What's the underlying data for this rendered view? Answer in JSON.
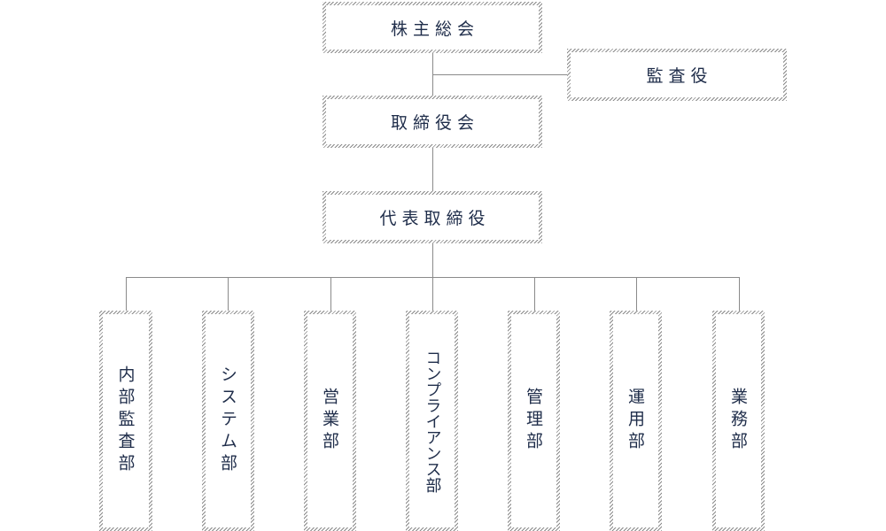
{
  "org_chart": {
    "shareholders_meeting": "株主総会",
    "auditor": "監査役",
    "board_of_directors": "取締役会",
    "representative_director": "代表取締役",
    "departments": [
      {
        "key": "internal-audit",
        "label": "内部監査部"
      },
      {
        "key": "systems",
        "label": "システム部"
      },
      {
        "key": "sales",
        "label": "営業部"
      },
      {
        "key": "compliance",
        "label": "コンプライアンス部"
      },
      {
        "key": "management",
        "label": "管理部"
      },
      {
        "key": "operations",
        "label": "運用部"
      },
      {
        "key": "business",
        "label": "業務部"
      }
    ]
  },
  "colors": {
    "text": "#1f2d4a",
    "line": "#8a8a8a",
    "hatch": "#8a8a8a"
  }
}
